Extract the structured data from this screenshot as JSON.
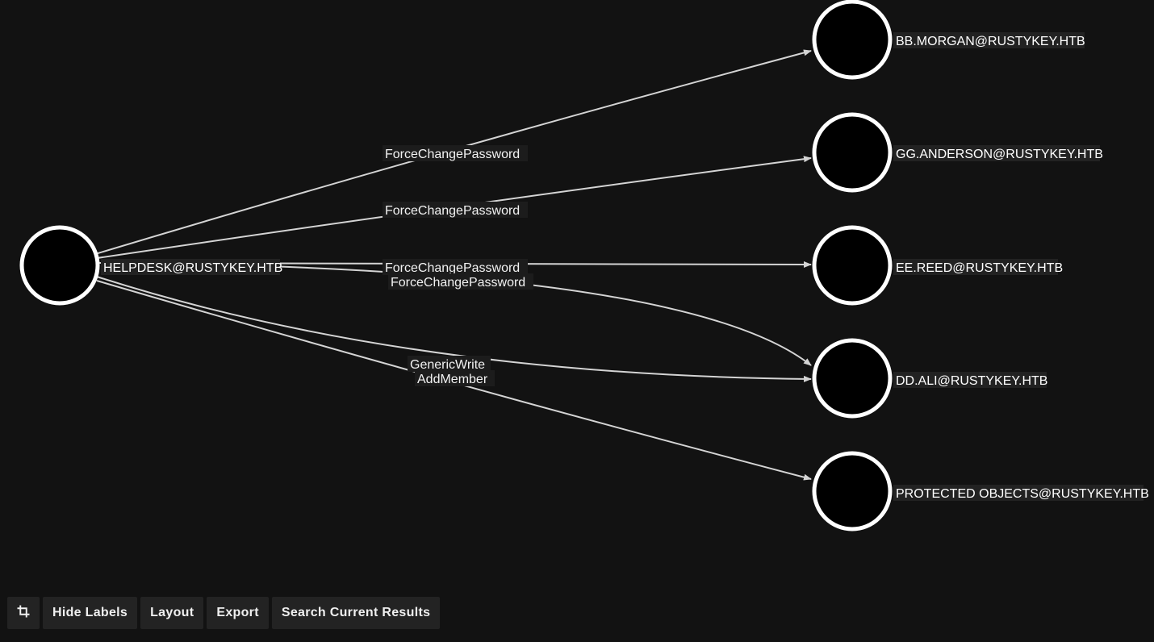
{
  "graph": {
    "source_node": {
      "id": "helpdesk",
      "label": "HELPDESK@RUSTYKEY.HTB"
    },
    "target_nodes": [
      {
        "id": "bbmorgan",
        "label": "BB.MORGAN@RUSTYKEY.HTB"
      },
      {
        "id": "gganderson",
        "label": "GG.ANDERSON@RUSTYKEY.HTB"
      },
      {
        "id": "eereed",
        "label": "EE.REED@RUSTYKEY.HTB"
      },
      {
        "id": "ddali",
        "label": "DD.ALI@RUSTYKEY.HTB"
      },
      {
        "id": "protected",
        "label": "PROTECTED OBJECTS@RUSTYKEY.HTB"
      }
    ],
    "edges": [
      {
        "from": "helpdesk",
        "to": "bbmorgan",
        "label": "ForceChangePassword"
      },
      {
        "from": "helpdesk",
        "to": "gganderson",
        "label": "ForceChangePassword"
      },
      {
        "from": "helpdesk",
        "to": "eereed",
        "label": "ForceChangePassword"
      },
      {
        "from": "helpdesk",
        "to": "ddali",
        "label": "ForceChangePassword"
      },
      {
        "from": "helpdesk",
        "to": "ddali",
        "label": "GenericWrite"
      },
      {
        "from": "helpdesk",
        "to": "protected",
        "label": "AddMember"
      }
    ]
  },
  "toolbar": {
    "crop_icon": "crop-icon",
    "hide_labels": "Hide Labels",
    "layout": "Layout",
    "export": "Export",
    "search_current_results": "Search Current Results"
  },
  "colors": {
    "background": "#121212",
    "node_fill": "#000000",
    "node_stroke": "#ffffff",
    "edge": "#d4d4d4",
    "label_bg": "#222222"
  }
}
